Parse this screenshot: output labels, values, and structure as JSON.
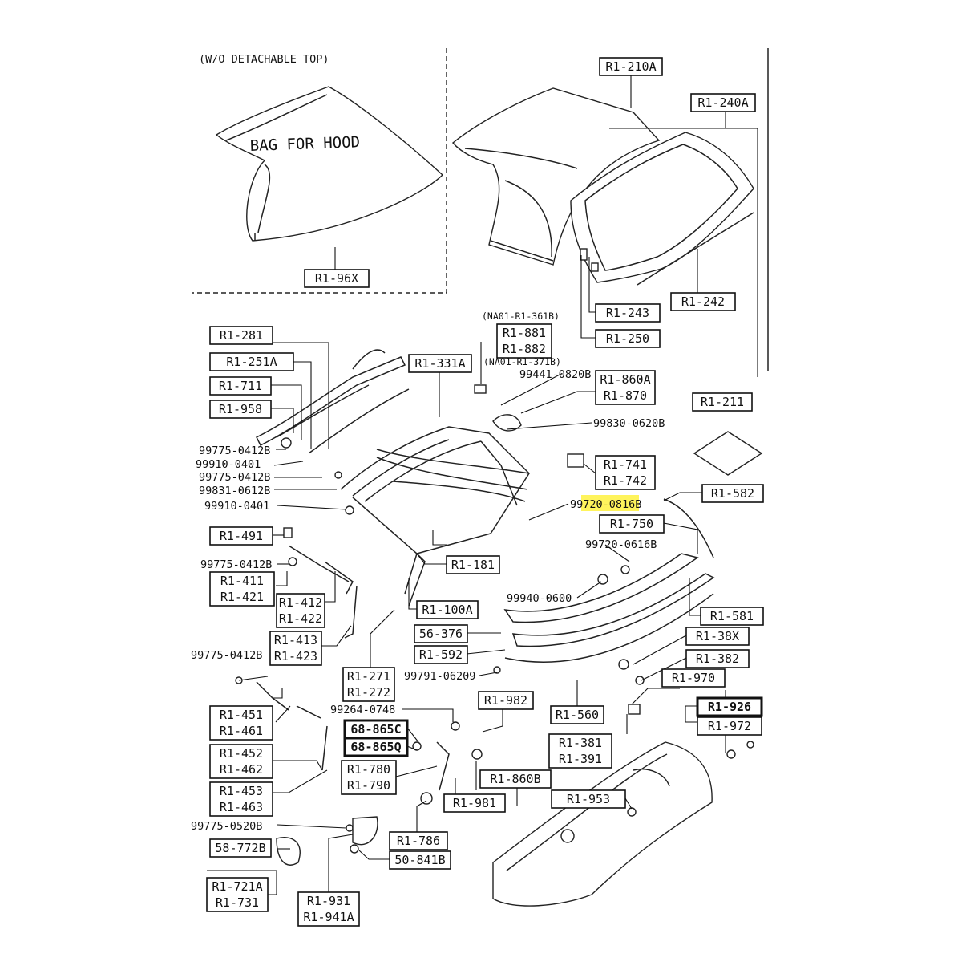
{
  "header": {
    "detachable_note": "(W/O DETACHABLE TOP)",
    "bag_text": "BAG FOR HOOD"
  },
  "boxed_labels": [
    {
      "id": "r1-96x",
      "lines": [
        "R1-96X"
      ]
    },
    {
      "id": "r1-210a",
      "lines": [
        "R1-210A"
      ]
    },
    {
      "id": "r1-240a",
      "lines": [
        "R1-240A"
      ]
    },
    {
      "id": "r1-243",
      "lines": [
        "R1-243"
      ]
    },
    {
      "id": "r1-242",
      "lines": [
        "R1-242"
      ]
    },
    {
      "id": "r1-250",
      "lines": [
        "R1-250"
      ]
    },
    {
      "id": "r1-281",
      "lines": [
        "R1-281"
      ]
    },
    {
      "id": "r1-251a",
      "lines": [
        "R1-251A"
      ]
    },
    {
      "id": "r1-711",
      "lines": [
        "R1-711"
      ]
    },
    {
      "id": "r1-958",
      "lines": [
        "R1-958"
      ]
    },
    {
      "id": "r1-331a",
      "lines": [
        "R1-331A"
      ]
    },
    {
      "id": "r1-881-882",
      "lines": [
        "R1-881",
        "R1-882"
      ]
    },
    {
      "id": "r1-860a-870",
      "lines": [
        "R1-860A",
        "R1-870"
      ]
    },
    {
      "id": "r1-211",
      "lines": [
        "R1-211"
      ]
    },
    {
      "id": "r1-741-742",
      "lines": [
        "R1-741",
        "R1-742"
      ]
    },
    {
      "id": "r1-582",
      "lines": [
        "R1-582"
      ]
    },
    {
      "id": "r1-750",
      "lines": [
        "R1-750"
      ]
    },
    {
      "id": "r1-491",
      "lines": [
        "R1-491"
      ]
    },
    {
      "id": "r1-411-421",
      "lines": [
        "R1-411",
        "R1-421"
      ]
    },
    {
      "id": "r1-412-422",
      "lines": [
        "R1-412",
        "R1-422"
      ]
    },
    {
      "id": "r1-413-423",
      "lines": [
        "R1-413",
        "R1-423"
      ]
    },
    {
      "id": "r1-181",
      "lines": [
        "R1-181"
      ]
    },
    {
      "id": "r1-100a",
      "lines": [
        "R1-100A"
      ]
    },
    {
      "id": "56-376",
      "lines": [
        "56-376"
      ]
    },
    {
      "id": "r1-592",
      "lines": [
        "R1-592"
      ]
    },
    {
      "id": "r1-581",
      "lines": [
        "R1-581"
      ]
    },
    {
      "id": "r1-38x",
      "lines": [
        "R1-38X"
      ]
    },
    {
      "id": "r1-382",
      "lines": [
        "R1-382"
      ]
    },
    {
      "id": "r1-271-272",
      "lines": [
        "R1-271",
        "R1-272"
      ]
    },
    {
      "id": "r1-970",
      "lines": [
        "R1-970"
      ]
    },
    {
      "id": "r1-926",
      "lines": [
        "R1-926"
      ]
    },
    {
      "id": "r1-972",
      "lines": [
        "R1-972"
      ]
    },
    {
      "id": "r1-982",
      "lines": [
        "R1-982"
      ]
    },
    {
      "id": "r1-560",
      "lines": [
        "R1-560"
      ]
    },
    {
      "id": "r1-381-391",
      "lines": [
        "R1-381",
        "R1-391"
      ]
    },
    {
      "id": "r1-451-461",
      "lines": [
        "R1-451",
        "R1-461"
      ]
    },
    {
      "id": "68-865c",
      "lines": [
        "68-865C"
      ]
    },
    {
      "id": "68-865q",
      "lines": [
        "68-865Q"
      ]
    },
    {
      "id": "r1-452-462",
      "lines": [
        "R1-452",
        "R1-462"
      ]
    },
    {
      "id": "r1-780-790",
      "lines": [
        "R1-780",
        "R1-790"
      ]
    },
    {
      "id": "r1-981",
      "lines": [
        "R1-981"
      ]
    },
    {
      "id": "r1-860b",
      "lines": [
        "R1-860B"
      ]
    },
    {
      "id": "r1-453-463",
      "lines": [
        "R1-453",
        "R1-463"
      ]
    },
    {
      "id": "r1-953",
      "lines": [
        "R1-953"
      ]
    },
    {
      "id": "r1-786",
      "lines": [
        "R1-786"
      ]
    },
    {
      "id": "58-772b",
      "lines": [
        "58-772B"
      ]
    },
    {
      "id": "50-841b",
      "lines": [
        "50-841B"
      ]
    },
    {
      "id": "r1-721a-731",
      "lines": [
        "R1-721A",
        "R1-731"
      ]
    },
    {
      "id": "r1-931-941a",
      "lines": [
        "R1-931",
        "R1-941A"
      ]
    }
  ],
  "plain_labels": [
    {
      "id": "na01-r1-361b",
      "text": "(NA01-R1-361B)"
    },
    {
      "id": "na01-r1-371b",
      "text": "(NA01-R1-371B)"
    },
    {
      "id": "99441-0820b",
      "text": "99441-0820B"
    },
    {
      "id": "99830-0620b",
      "text": "99830-0620B"
    },
    {
      "id": "99775-0412b-a",
      "text": "99775-0412B"
    },
    {
      "id": "99910-0401-a",
      "text": "99910-0401"
    },
    {
      "id": "99775-0412b-b",
      "text": "99775-0412B"
    },
    {
      "id": "99831-0612b",
      "text": "99831-0612B"
    },
    {
      "id": "99910-0401-b",
      "text": "99910-0401"
    },
    {
      "id": "99720-0616b",
      "text": "99720-0616B"
    },
    {
      "id": "99775-0412b-c",
      "text": "99775-0412B"
    },
    {
      "id": "99940-0600",
      "text": "99940-0600"
    },
    {
      "id": "99775-0412b-d",
      "text": "99775-0412B"
    },
    {
      "id": "99791-06209",
      "text": "99791-06209"
    },
    {
      "id": "99264-0748",
      "text": "99264-0748"
    },
    {
      "id": "99775-0520b",
      "text": "99775-0520B"
    }
  ],
  "highlighted_label": {
    "highlight_part": "99720-0816",
    "suffix": "B",
    "highlight_color": "#fff45c"
  }
}
